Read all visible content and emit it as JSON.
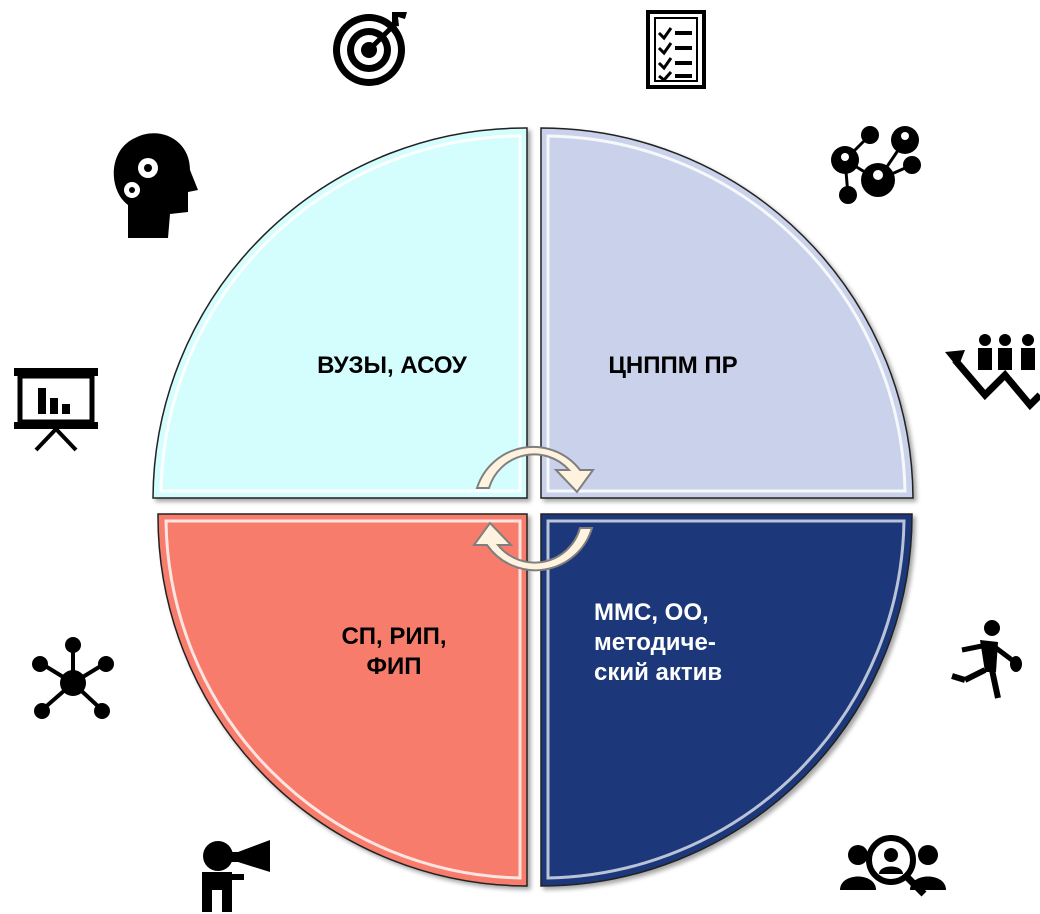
{
  "quadrants": [
    {
      "id": "top-left",
      "lines": [
        "ВУЗЫ, АСОУ"
      ],
      "fill": "#d4fdfd",
      "text_color": "#000000"
    },
    {
      "id": "top-right",
      "lines": [
        "ЦНППМ ПР"
      ],
      "fill": "#c9d2ea",
      "text_color": "#000000"
    },
    {
      "id": "bottom-left",
      "lines": [
        "СП, РИП,",
        "ФИП"
      ],
      "fill": "#f87b6c",
      "text_color": "#000000"
    },
    {
      "id": "bottom-right",
      "lines": [
        "ММС, ОО,",
        "методиче-",
        "ский актив"
      ],
      "fill": "#1f377a",
      "text_color": "#ffffff"
    }
  ],
  "cycle_arrows": {
    "fill": "#fff3df",
    "stroke": "#7f7f7f"
  },
  "icons": [
    "target-icon",
    "checklist-icon",
    "head-gears-icon",
    "people-network-icon",
    "presentation-board-icon",
    "team-growth-icon",
    "hub-network-icon",
    "running-person-icon",
    "megaphone-speaker-icon",
    "user-search-icon"
  ]
}
